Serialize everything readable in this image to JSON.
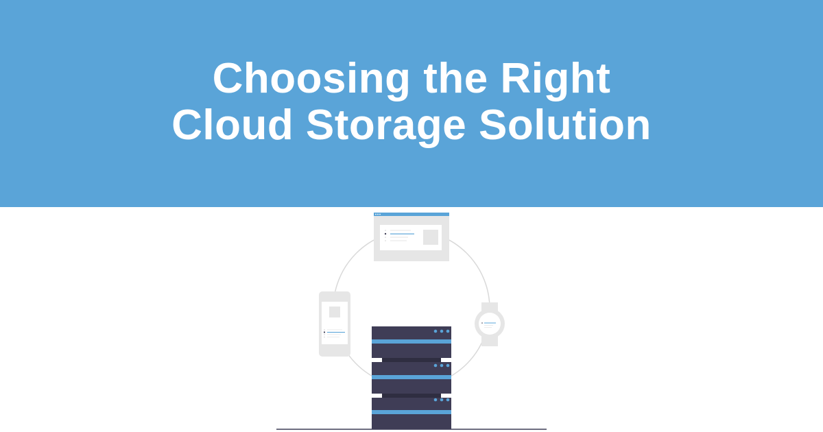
{
  "header": {
    "title_line_1": "Choosing the Right",
    "title_line_2": "Cloud Storage Solution"
  },
  "colors": {
    "banner_bg": "#5aa4d8",
    "title_text": "#ffffff",
    "server_body": "#3f3d56",
    "server_stripe": "#5aa4d8",
    "device_gray": "#e6e6e6",
    "orbit_line": "#d9d9d9"
  },
  "illustration": {
    "devices": [
      {
        "name": "browser-window"
      },
      {
        "name": "smartphone"
      },
      {
        "name": "smartwatch"
      }
    ],
    "server_units": 3,
    "server_lights_per_unit": 3
  }
}
